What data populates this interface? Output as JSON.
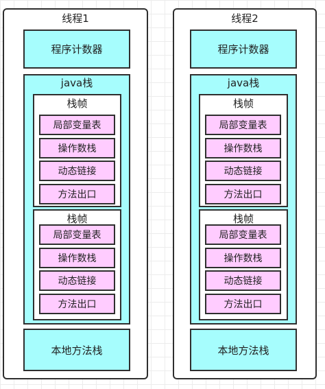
{
  "threads": [
    {
      "title": "线程1",
      "program_counter": "程序计数器",
      "java_stack": {
        "label": "java栈",
        "frames": [
          {
            "label": "栈帧",
            "items": [
              "局部变量表",
              "操作数栈",
              "动态链接",
              "方法出口"
            ]
          },
          {
            "label": "栈帧",
            "items": [
              "局部变量表",
              "操作数栈",
              "动态链接",
              "方法出口"
            ]
          }
        ]
      },
      "native_stack": "本地方法栈"
    },
    {
      "title": "线程2",
      "program_counter": "程序计数器",
      "java_stack": {
        "label": "java栈",
        "frames": [
          {
            "label": "栈帧",
            "items": [
              "局部变量表",
              "操作数栈",
              "动态链接",
              "方法出口"
            ]
          },
          {
            "label": "栈帧",
            "items": [
              "局部变量表",
              "操作数栈",
              "动态链接",
              "方法出口"
            ]
          }
        ]
      },
      "native_stack": "本地方法栈"
    }
  ],
  "colors": {
    "cyan_fill": "#a6fdfd",
    "pink_fill": "#ffccff",
    "border": "#2e2e2e"
  }
}
